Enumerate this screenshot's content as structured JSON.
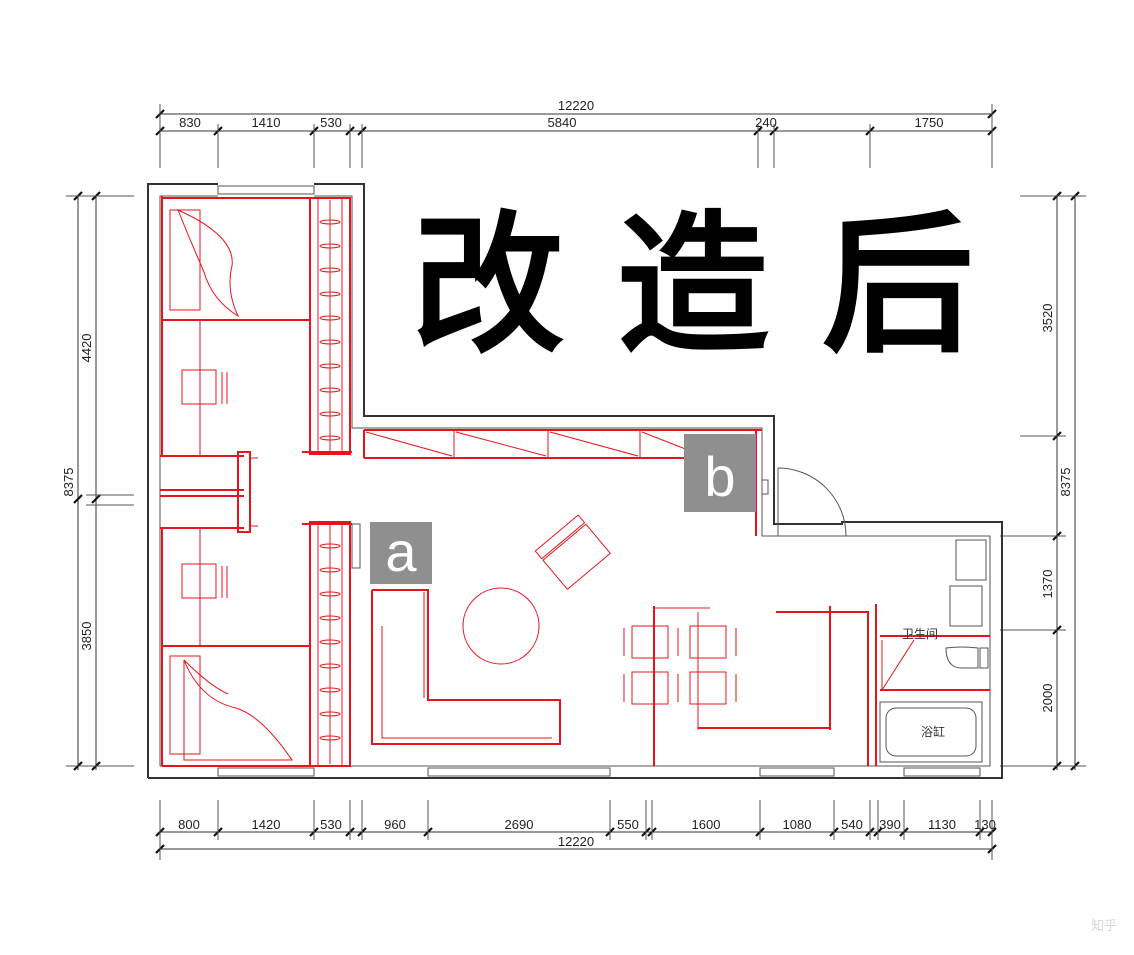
{
  "title": "改 造 后",
  "markers": {
    "a": "a",
    "b": "b"
  },
  "rooms": {
    "bathroom": "卫生间",
    "bathtub": "浴缸"
  },
  "dimensions": {
    "top_total": "12220",
    "top": [
      "830",
      "1410",
      "530",
      "5840",
      "240",
      "1750"
    ],
    "bottom": [
      "800",
      "1420",
      "530",
      "960",
      "2690",
      "550",
      "1600",
      "1080",
      "540",
      "390",
      "1130",
      "130"
    ],
    "bottom_total": "12220",
    "left_total": "8375",
    "left": [
      "4420",
      "3850"
    ],
    "right_total": "8375",
    "right": [
      "3520",
      "1370",
      "2000"
    ]
  },
  "watermark": "知乎",
  "colors": {
    "markup": "#e8141b",
    "marker_bg": "#8f8f8f",
    "wall": "#333333"
  }
}
